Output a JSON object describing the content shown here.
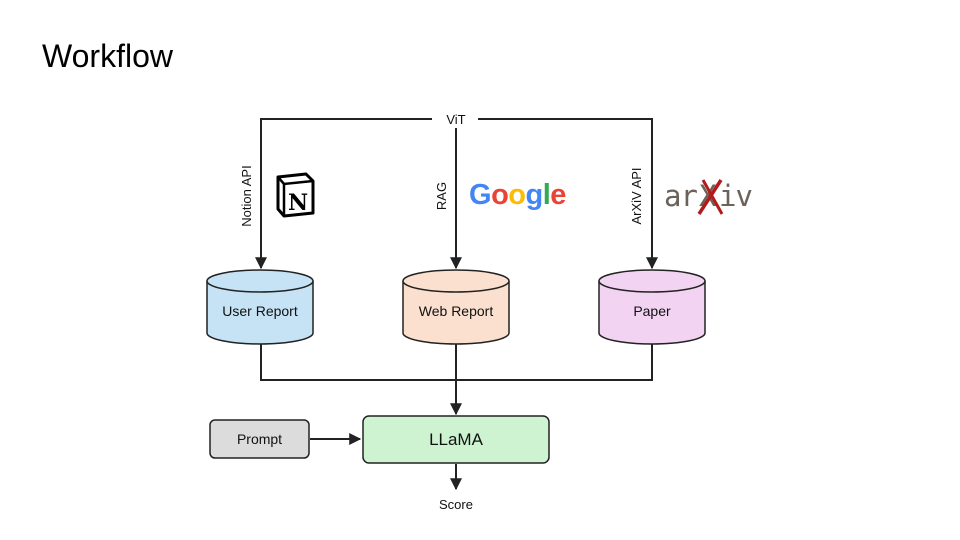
{
  "slide": {
    "title": "Workflow"
  },
  "diagram": {
    "source": "ViT",
    "channels": [
      {
        "edge_label": "Notion API",
        "logo": "notion-logo",
        "store": "User Report",
        "store_color": "#c6e3f5"
      },
      {
        "edge_label": "RAG",
        "logo": "Google",
        "store": "Web Report",
        "store_color": "#fbe0cf"
      },
      {
        "edge_label": "ArXiV API",
        "logo": "arXiv",
        "store": "Paper",
        "store_color": "#f2d3f2"
      }
    ],
    "prompt": {
      "label": "Prompt",
      "color": "#dcdcdc"
    },
    "model": {
      "label": "LLaMA",
      "color": "#cdf3d1"
    },
    "output": "Score"
  }
}
